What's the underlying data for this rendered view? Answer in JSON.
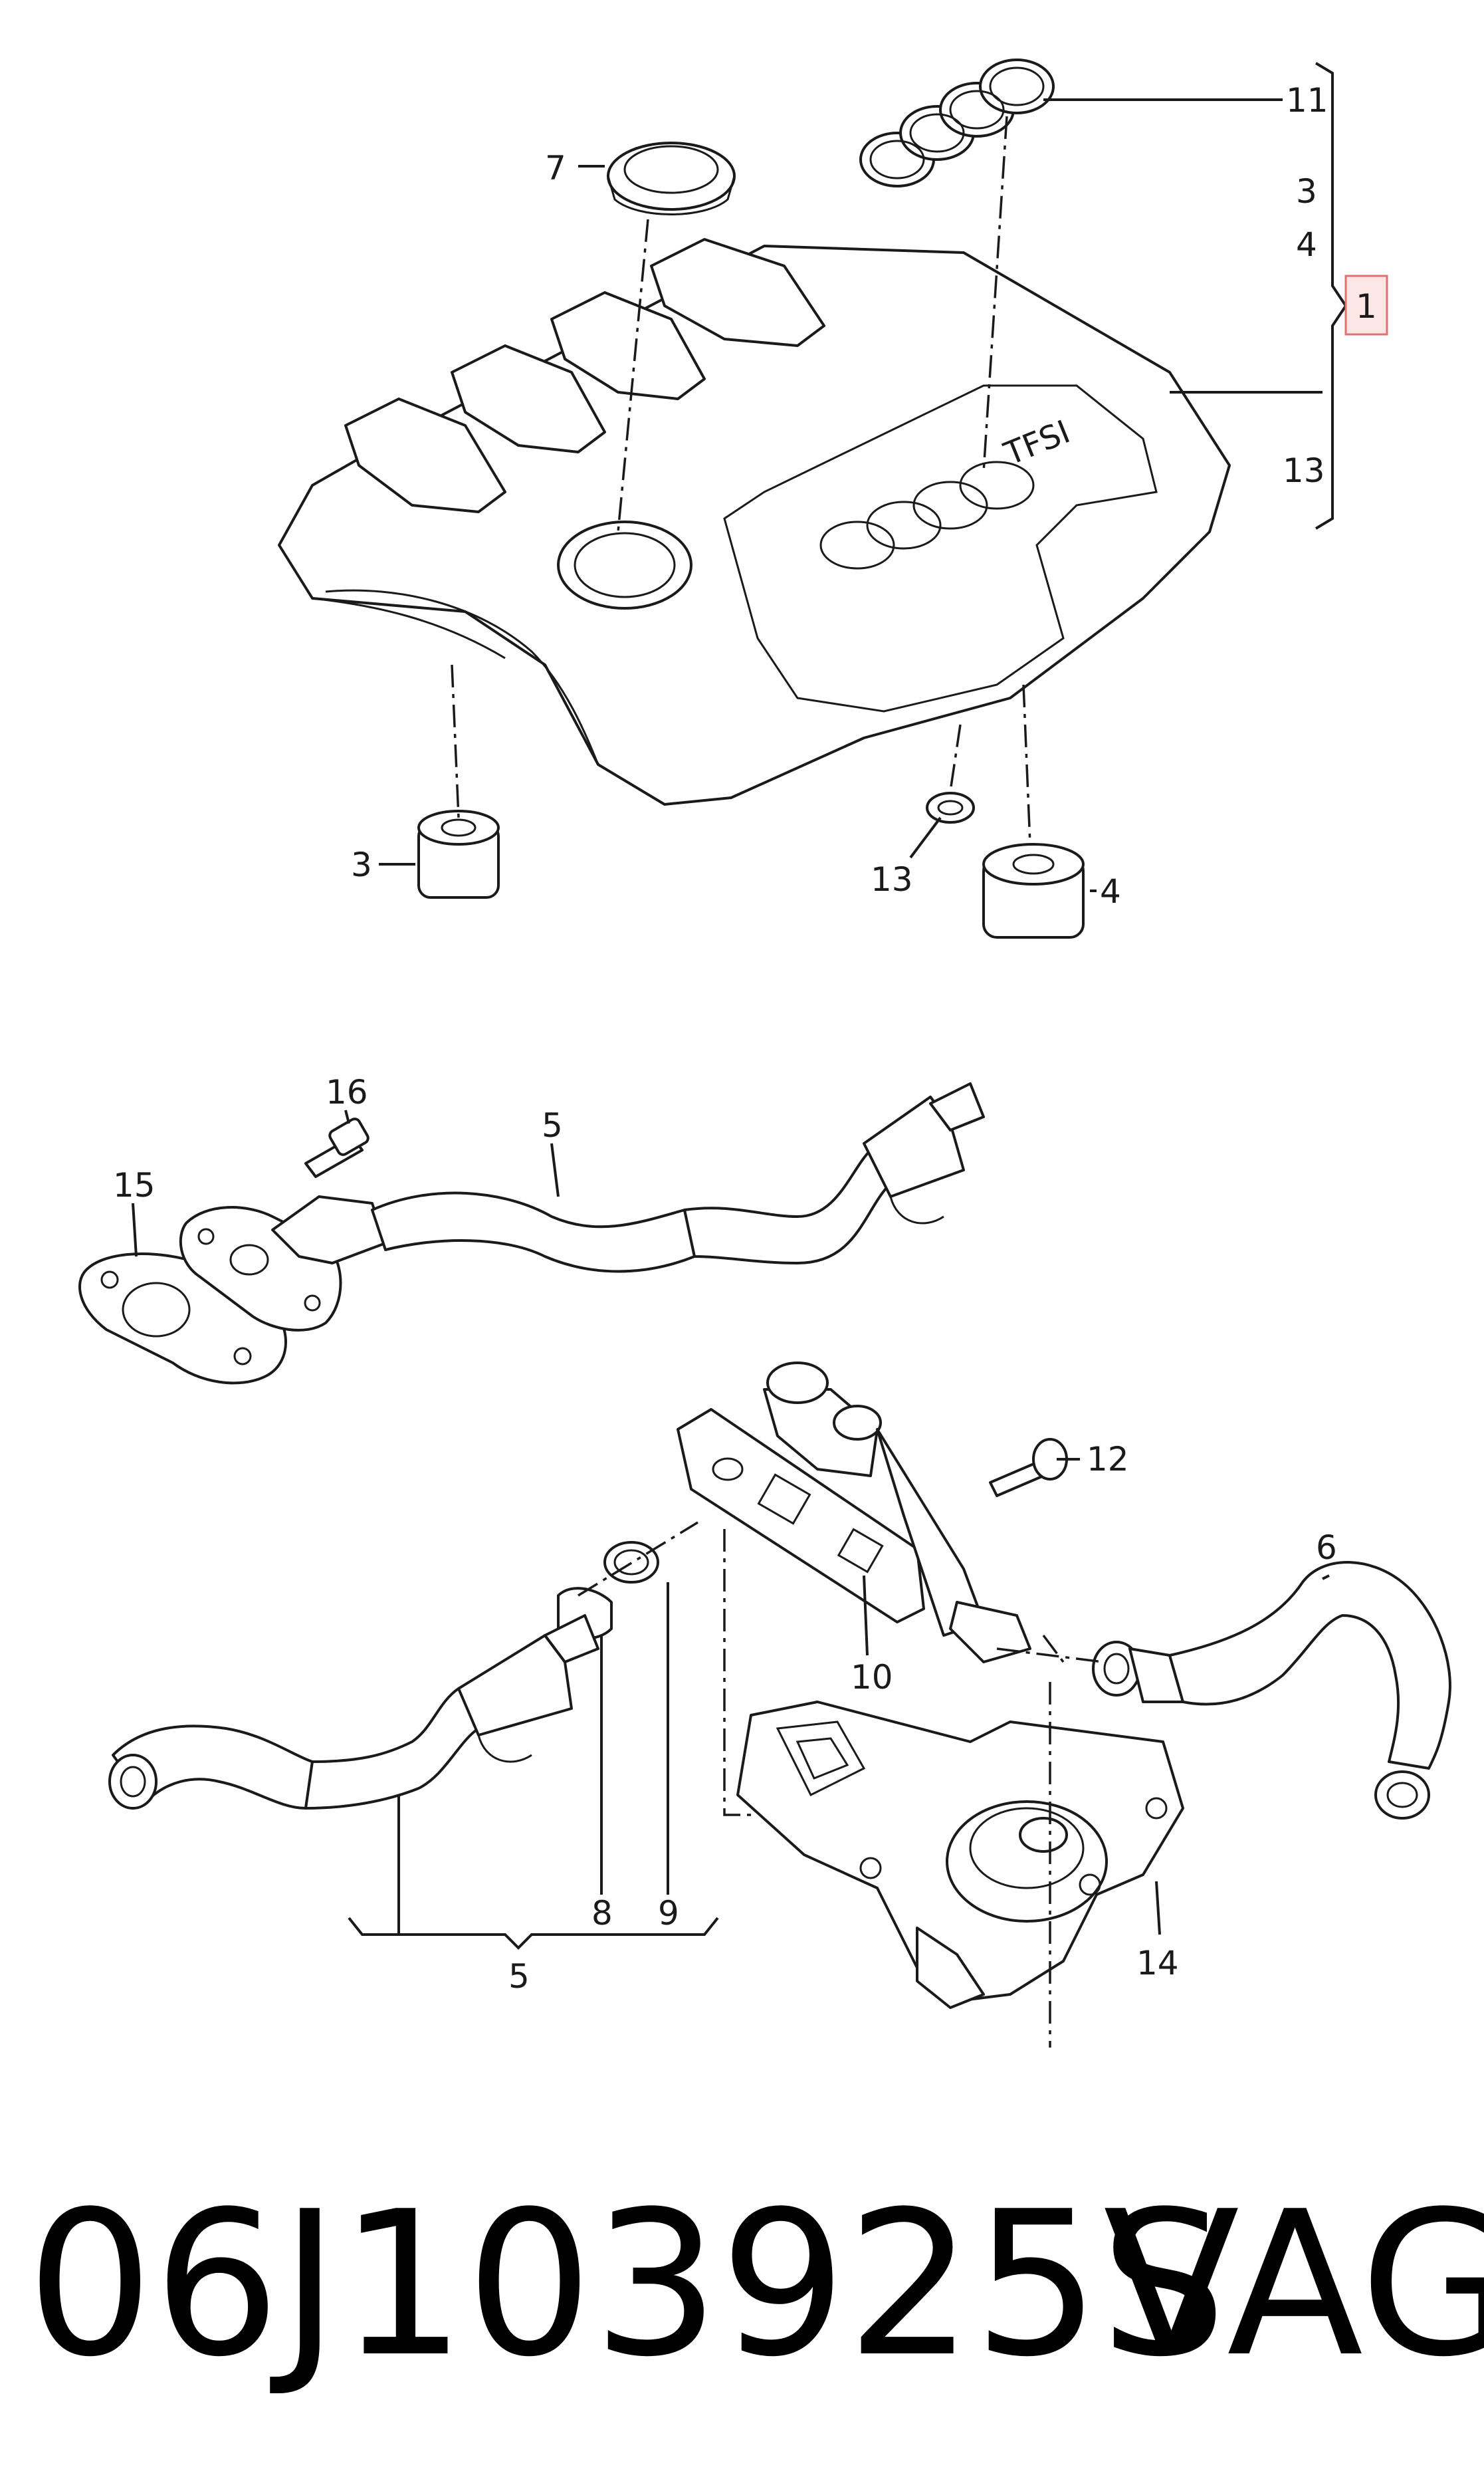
{
  "callouts": {
    "c1": "1",
    "c3a": "3",
    "c3b": "3",
    "c4a": "4",
    "c4b": "4",
    "c5a": "5",
    "c5b": "5",
    "c6": "6",
    "c7": "7",
    "c8": "8",
    "c9": "9",
    "c10": "10",
    "c11": "11",
    "c12": "12",
    "c13a": "13",
    "c13b": "13",
    "c14": "14",
    "c15": "15",
    "c16": "16"
  },
  "cover_text": "TFSI",
  "part_number": "06J103925S",
  "brand": "VAG",
  "colors": {
    "highlight_border": "#e07070",
    "highlight_fill": "#fde6e6"
  }
}
